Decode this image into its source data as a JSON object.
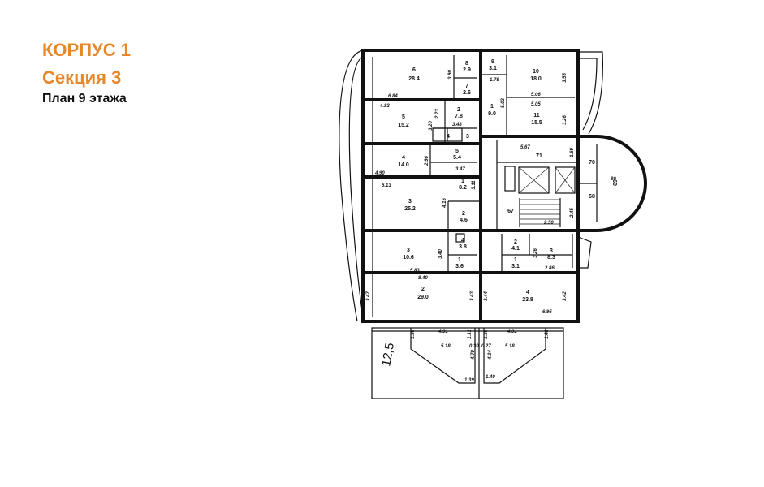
{
  "header": {
    "building": "КОРПУС 1",
    "section": "Секция 3",
    "floor_plan": "План 9 этажа"
  },
  "handwritten_note": "12,5",
  "colors": {
    "accent": "#e8862a",
    "text": "#111111",
    "line": "#111111"
  },
  "rooms": [
    {
      "id": "r6",
      "num": "6",
      "area": "28.4"
    },
    {
      "id": "r8a",
      "num": "8",
      "area": "2.9"
    },
    {
      "id": "r7a",
      "num": "7",
      "area": "2.6"
    },
    {
      "id": "r5a",
      "num": "5",
      "area": "15.2"
    },
    {
      "id": "r2a",
      "num": "2",
      "area": "7.8"
    },
    {
      "id": "r4a",
      "num": "4",
      "area": "14.0"
    },
    {
      "id": "r5b",
      "num": "5",
      "area": "5.4"
    },
    {
      "id": "r1a",
      "num": "1",
      "area": "8.2"
    },
    {
      "id": "r3a",
      "num": "3",
      "area": "25.2"
    },
    {
      "id": "r2b",
      "num": "2",
      "area": "4.6"
    },
    {
      "id": "r3b",
      "num": "3",
      "area": "10.6"
    },
    {
      "id": "r4b",
      "num": "4",
      "area": "3.8"
    },
    {
      "id": "r1b",
      "num": "1",
      "area": "3.6"
    },
    {
      "id": "r2c",
      "num": "2",
      "area": "29.0"
    },
    {
      "id": "r9",
      "num": "9",
      "area": "3.1"
    },
    {
      "id": "r10",
      "num": "10",
      "area": "18.0"
    },
    {
      "id": "r1c",
      "num": "1",
      "area": "9.0"
    },
    {
      "id": "r11",
      "num": "11",
      "area": "15.5"
    },
    {
      "id": "r2d",
      "num": "2",
      "area": "4.1"
    },
    {
      "id": "r3c",
      "num": "3",
      "area": "8.3"
    },
    {
      "id": "r1d",
      "num": "1",
      "area": "3.1"
    },
    {
      "id": "r4c",
      "num": "4",
      "area": "23.8"
    }
  ],
  "room_numbers": [
    {
      "id": "n4",
      "num": "4"
    },
    {
      "id": "n3",
      "num": "3"
    },
    {
      "id": "n71",
      "num": "71"
    },
    {
      "id": "n70",
      "num": "70"
    },
    {
      "id": "n69",
      "num": "69"
    },
    {
      "id": "n68",
      "num": "68"
    },
    {
      "id": "n67",
      "num": "67"
    }
  ],
  "dimensions": [
    {
      "id": "d_390",
      "text": "3.90"
    },
    {
      "id": "d_684",
      "text": "6.84"
    },
    {
      "id": "d_483",
      "text": "4.83"
    },
    {
      "id": "d_223",
      "text": "2.23"
    },
    {
      "id": "d_320",
      "text": "3.20"
    },
    {
      "id": "d_348",
      "text": "3.48"
    },
    {
      "id": "d_296",
      "text": "2.96"
    },
    {
      "id": "d_347",
      "text": "3.47"
    },
    {
      "id": "d_490",
      "text": "4.90"
    },
    {
      "id": "d_311",
      "text": "3.11"
    },
    {
      "id": "d_613",
      "text": "6.13"
    },
    {
      "id": "d_415",
      "text": "4.15"
    },
    {
      "id": "d_340",
      "text": "3.40"
    },
    {
      "id": "d_583",
      "text": "5.83"
    },
    {
      "id": "d_840",
      "text": "8.40"
    },
    {
      "id": "d_347b",
      "text": "3.47"
    },
    {
      "id": "d_343",
      "text": "3.43"
    },
    {
      "id": "d_179",
      "text": "1.79"
    },
    {
      "id": "d_503",
      "text": "5.03"
    },
    {
      "id": "d_355",
      "text": "3.55"
    },
    {
      "id": "d_506",
      "text": "5.06"
    },
    {
      "id": "d_505",
      "text": "5.05"
    },
    {
      "id": "d_326",
      "text": "3.26"
    },
    {
      "id": "d_567",
      "text": "5.67"
    },
    {
      "id": "d_169",
      "text": "1.69"
    },
    {
      "id": "d_245",
      "text": "2.45"
    },
    {
      "id": "d_250",
      "text": "2.50"
    },
    {
      "id": "d_326b",
      "text": "3.26"
    },
    {
      "id": "d_286",
      "text": "2.86"
    },
    {
      "id": "d_344",
      "text": "3.44"
    },
    {
      "id": "d_342",
      "text": "3.42"
    },
    {
      "id": "d_695",
      "text": "6.95"
    },
    {
      "id": "d_130",
      "text": "1.30"
    },
    {
      "id": "d_491a",
      "text": "4.91"
    },
    {
      "id": "d_131",
      "text": "1.31"
    },
    {
      "id": "d_130b",
      "text": "1.30"
    },
    {
      "id": "d_491b",
      "text": "4.91"
    },
    {
      "id": "d_140a",
      "text": "1.40"
    },
    {
      "id": "d_518a",
      "text": "5.18"
    },
    {
      "id": "d_030",
      "text": "0.30"
    },
    {
      "id": "d_027",
      "text": "0.27"
    },
    {
      "id": "d_518b",
      "text": "5.18"
    },
    {
      "id": "d_470",
      "text": "4.70"
    },
    {
      "id": "d_434",
      "text": "4.34"
    },
    {
      "id": "d_139",
      "text": "1.39"
    },
    {
      "id": "d_140b",
      "text": "1.40"
    },
    {
      "id": "d_80",
      "text": "80"
    }
  ]
}
